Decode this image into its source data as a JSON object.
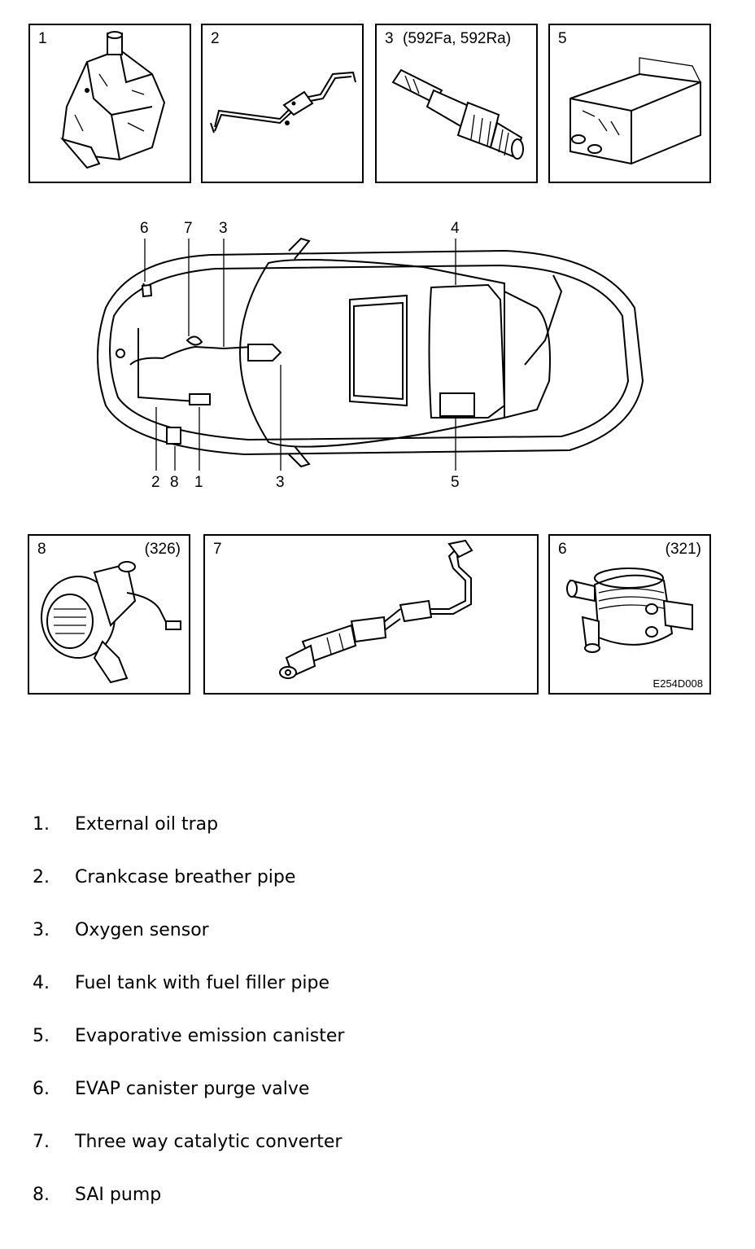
{
  "panels_top": [
    {
      "num": "1",
      "ref": ""
    },
    {
      "num": "2",
      "ref": ""
    },
    {
      "num": "3",
      "ref": "(592Fa, 592Ra)"
    },
    {
      "num": "5",
      "ref": ""
    }
  ],
  "panels_bottom": [
    {
      "num": "8",
      "ref": "(326)"
    },
    {
      "num": "7",
      "ref": ""
    },
    {
      "num": "6",
      "ref": "(321)",
      "code": "E254D008"
    }
  ],
  "callouts_top": [
    "6",
    "7",
    "3",
    "4"
  ],
  "callouts_bottom": [
    "2",
    "8",
    "1",
    "3",
    "5"
  ],
  "legend": [
    {
      "num": "1.",
      "label": "External oil trap"
    },
    {
      "num": "2.",
      "label": "Crankcase breather pipe"
    },
    {
      "num": "3.",
      "label": "Oxygen sensor"
    },
    {
      "num": "4.",
      "label": "Fuel tank with fuel filler pipe"
    },
    {
      "num": "5.",
      "label": "Evaporative emission canister"
    },
    {
      "num": "6.",
      "label": "EVAP canister purge valve"
    },
    {
      "num": "7.",
      "label": "Three way catalytic converter"
    },
    {
      "num": "8.",
      "label": "SAI pump"
    }
  ]
}
